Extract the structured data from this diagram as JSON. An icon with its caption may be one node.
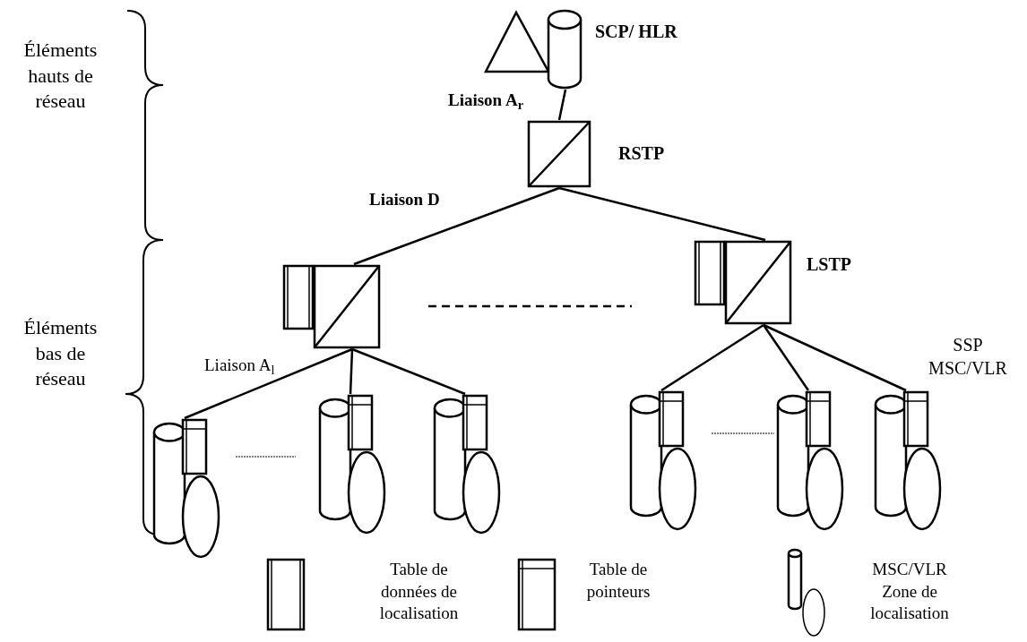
{
  "diagram": {
    "nodes": [
      {
        "text": [],
        "shape": "cylinder",
        "beside": [
          "SCP/ HLR"
        ]
      },
      {
        "text": [],
        "shape": "box",
        "beside": [
          "RSTP"
        ]
      },
      {
        "text": [],
        "shape": "box"
      },
      {
        "text": [],
        "shape": "box",
        "beside": [
          "LSTP"
        ]
      },
      {
        "text": [],
        "shape": "cylinder"
      },
      {
        "text": [],
        "shape": "cylinder"
      },
      {
        "text": [],
        "shape": "cylinder"
      },
      {
        "text": [],
        "shape": "cylinder"
      },
      {
        "text": [],
        "shape": "cylinder"
      },
      {
        "text": [],
        "shape": "cylinder",
        "beside": [
          "SSP MSC/VLR"
        ]
      }
    ],
    "edges": [
      {
        "from": 0,
        "to": 1,
        "arrow": "none",
        "label": "Liaison A$_{r}$"
      },
      {
        "from": 1,
        "to": 2,
        "arrow": "none",
        "label": "Liaison D"
      },
      {
        "from": 1,
        "to": 3,
        "arrow": "none"
      },
      {
        "from": 2,
        "to": 4,
        "arrow": "none",
        "label": "Liaison A$_{l}$"
      },
      {
        "from": 2,
        "to": 5,
        "arrow": "none"
      },
      {
        "from": 2,
        "to": 6,
        "arrow": "none"
      },
      {
        "from": 3,
        "to": 7,
        "arrow": "none"
      },
      {
        "from": 3,
        "to": 8,
        "arrow": "none"
      },
      {
        "from": 3,
        "to": 9,
        "arrow": "none"
      }
    ],
    "labels": [
      "Éléments hauts de réseau",
      "Éléments bas de réseau"
    ],
    "legend": [
      {
        "text": "Table de données de localisation"
      },
      {
        "text": "Table de pointeurs"
      },
      {
        "text": "MSC/VLR Zone de localisation"
      }
    ]
  }
}
